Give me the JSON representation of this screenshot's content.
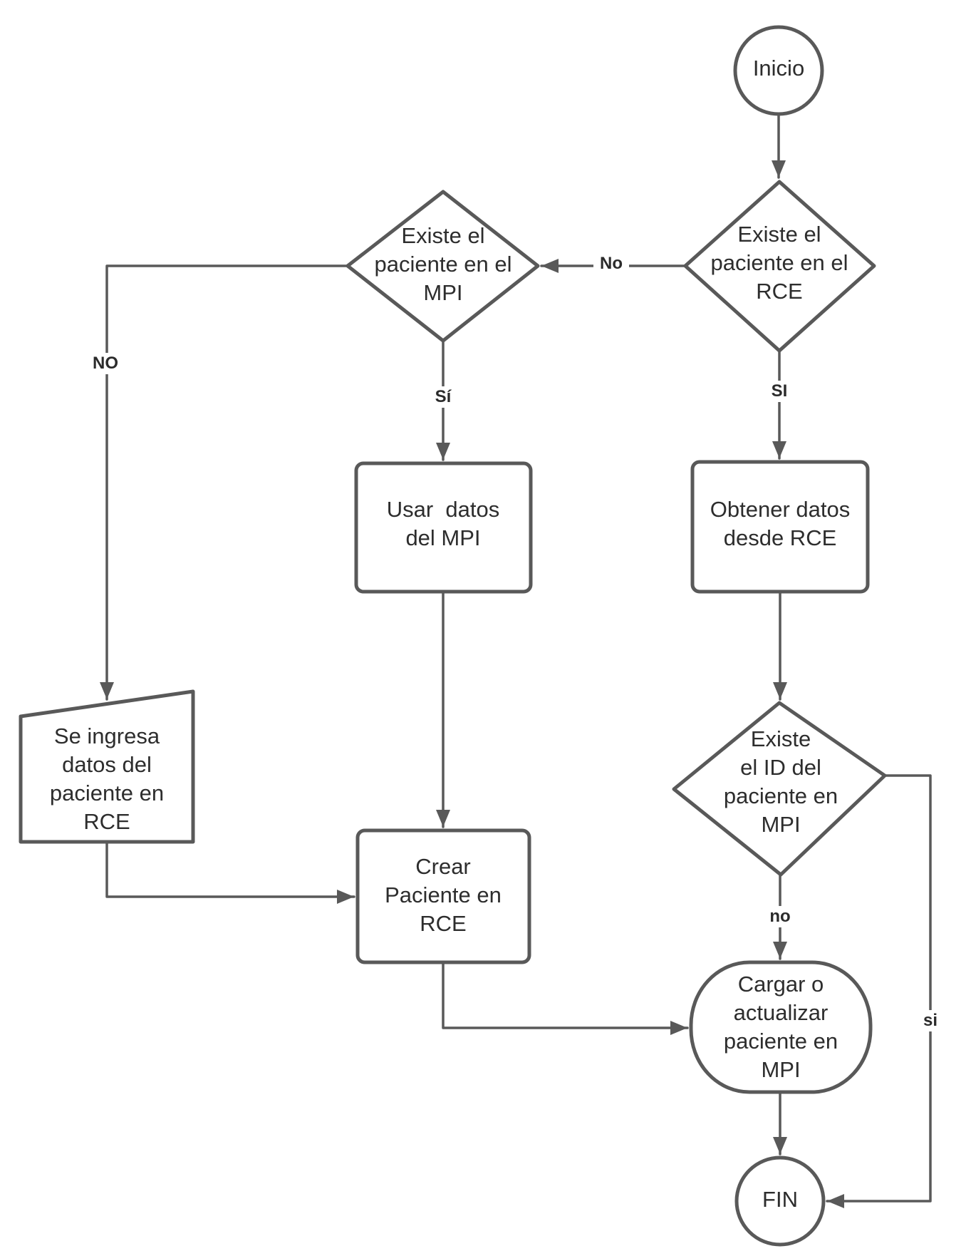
{
  "colors": {
    "shape_stroke": "#595959",
    "connector_stroke": "#595959",
    "text": "#2d2d2d",
    "background": "#ffffff"
  },
  "nodes": {
    "inicio": "Inicio",
    "existe_paciente_rce": "Existe el\npaciente en el\nRCE",
    "existe_paciente_mpi": "Existe el\npaciente en el\nMPI",
    "usar_datos_mpi": "Usar  datos\ndel MPI",
    "obtener_datos_rce": "Obtener datos\ndesde RCE",
    "se_ingresa_datos": "Se ingresa\ndatos del\npaciente en\nRCE",
    "crear_paciente_rce": "Crear\nPaciente en\nRCE",
    "existe_id_mpi": "Existe\nel ID del\npaciente en\nMPI",
    "cargar_actualizar_mpi": "Cargar o\nactualizar\npaciente en\nMPI",
    "fin": "FIN"
  },
  "edges": {
    "rce_to_mpi_label": "No",
    "mpi_left_label": "NO",
    "mpi_down_label": "Sí",
    "rce_down_label": "SI",
    "id_down_label": "no",
    "id_right_label": "si"
  }
}
